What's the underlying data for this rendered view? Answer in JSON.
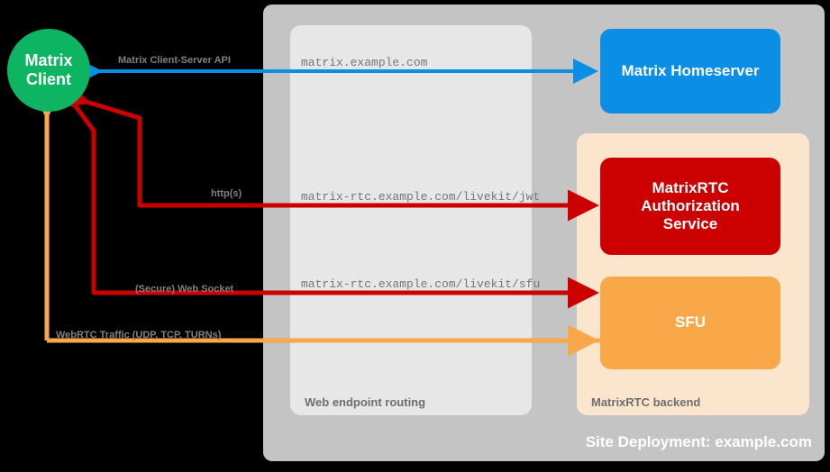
{
  "diagram": {
    "site_caption": "Site Deployment: example.com",
    "groups": [
      {
        "id": "web-endpoint-routing",
        "label": "Web endpoint routing",
        "color": "#E7E7E7"
      },
      {
        "id": "matrixrtc-backend",
        "label": "MatrixRTC backend",
        "color": "#FCE5CD"
      }
    ],
    "outer_container_color": "#C4C4C4",
    "nodes": [
      {
        "id": "matrix-client",
        "label": "Matrix\nClient",
        "line1": "Matrix",
        "line2": "Client",
        "color": "#0DB462",
        "shape": "circle"
      },
      {
        "id": "matrix-homeserver",
        "label": "Matrix Homeserver",
        "color": "#0B8FE6",
        "shape": "rounded-rect"
      },
      {
        "id": "matrixrtc-authorization-service",
        "label": "MatrixRTC Authorization Service",
        "line1": "MatrixRTC",
        "line2": "Authorization",
        "line3": "Service",
        "color": "#CC0000",
        "shape": "rounded-rect"
      },
      {
        "id": "sfu",
        "label": "SFU",
        "color": "#F9A849",
        "shape": "rounded-rect"
      }
    ],
    "connections": [
      {
        "id": "matrix-client-server-api",
        "label": "Matrix Client-Server API",
        "endpoint": "matrix.example.com",
        "color": "#0B8FE6",
        "direction": "bidirectional",
        "from": "matrix-client",
        "to": "matrix-homeserver"
      },
      {
        "id": "https-auth",
        "label": "http(s)",
        "endpoint": "matrix-rtc.example.com/livekit/jwt",
        "color": "#CC0000",
        "direction": "bidirectional",
        "from": "matrix-client",
        "to": "matrixrtc-authorization-service"
      },
      {
        "id": "secure-web-socket",
        "label": "(Secure) Web Socket",
        "endpoint": "matrix-rtc.example.com/livekit/sfu",
        "color": "#CC0000",
        "direction": "bidirectional",
        "from": "matrix-client",
        "to": "sfu"
      },
      {
        "id": "webrtc-traffic",
        "label": "WebRTC Traffic (UDP, TCP, TURNs)",
        "endpoint": "",
        "color": "#F9A849",
        "direction": "bidirectional",
        "from": "matrix-client",
        "to": "sfu"
      }
    ]
  }
}
